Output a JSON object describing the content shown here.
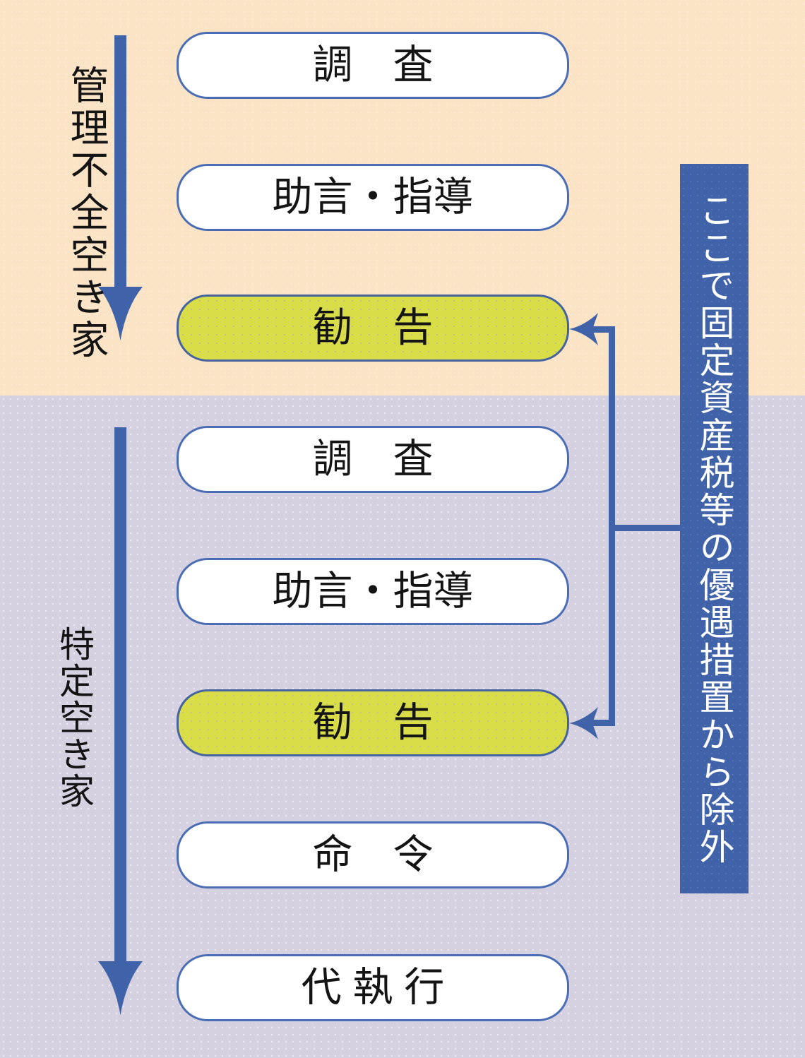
{
  "colors": {
    "peach_bg": "#fbe3c6",
    "lavender_bg": "#d5d1e0",
    "blue": "#3f62a8",
    "box_border": "#4a6db5",
    "yellow_fill": "#d9dd47",
    "yellow_border": "#44639f",
    "text": "#141414",
    "banner_text": "#ffffff"
  },
  "sections": {
    "top": {
      "label": "管理不全空き家"
    },
    "bottom": {
      "label": "特定空き家"
    }
  },
  "steps": [
    {
      "label": "調　査",
      "highlight": false,
      "section": "top"
    },
    {
      "label": "助言・指導",
      "highlight": false,
      "section": "top"
    },
    {
      "label": "勧　告",
      "highlight": true,
      "section": "top"
    },
    {
      "label": "調　査",
      "highlight": false,
      "section": "bottom"
    },
    {
      "label": "助言・指導",
      "highlight": false,
      "section": "bottom"
    },
    {
      "label": "勧　告",
      "highlight": true,
      "section": "bottom"
    },
    {
      "label": "命　令",
      "highlight": false,
      "section": "bottom"
    },
    {
      "label": "代 執 行",
      "highlight": false,
      "section": "bottom"
    }
  ],
  "banner": {
    "label": "ここで固定資産税等の優遇措置から除外"
  }
}
